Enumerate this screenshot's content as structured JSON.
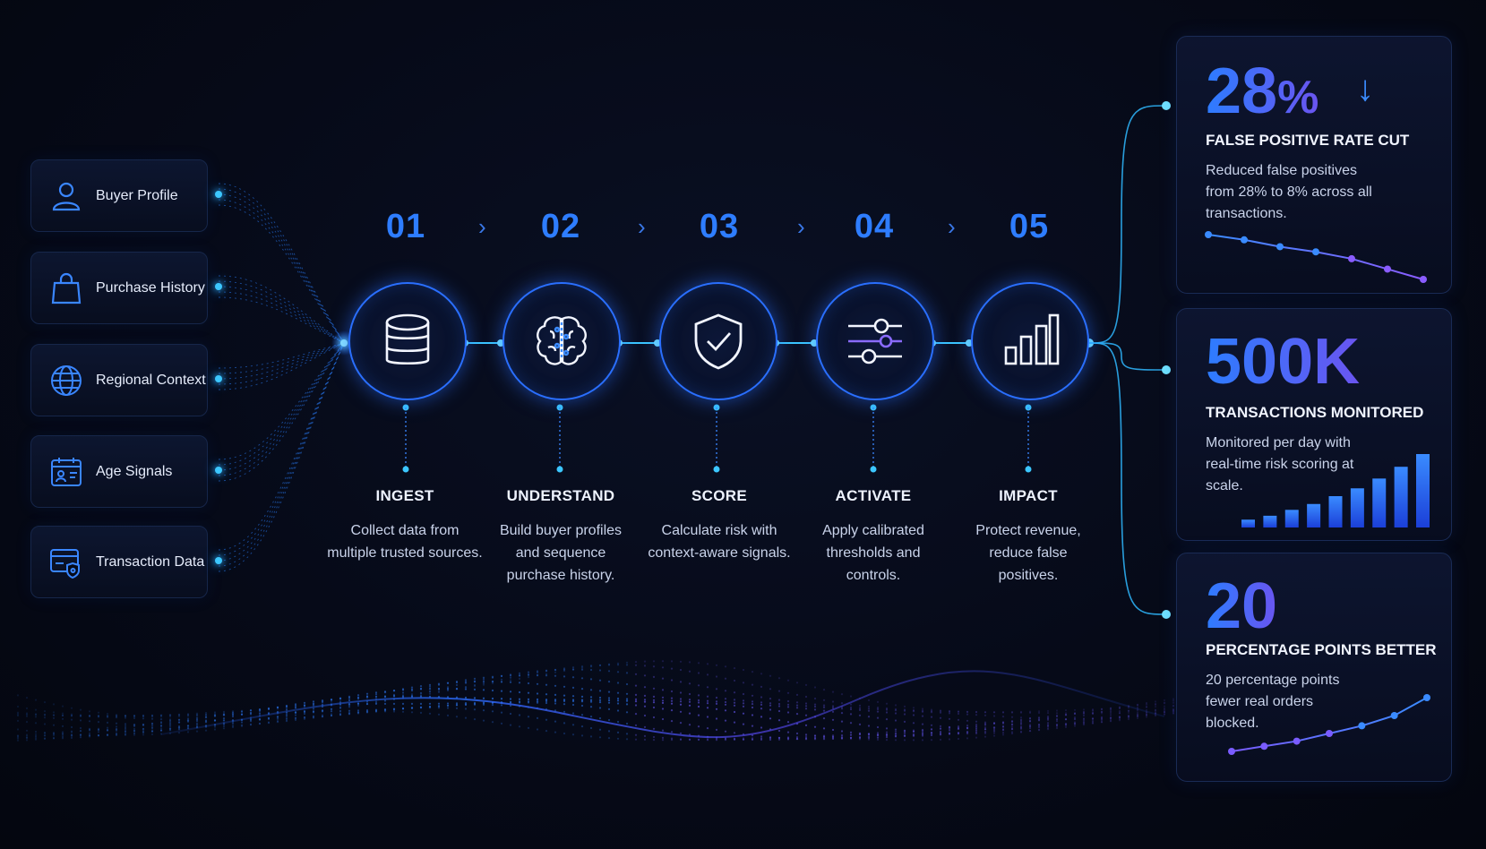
{
  "inputs": [
    {
      "label": "Buyer Profile",
      "icon": "user-icon"
    },
    {
      "label": "Purchase History",
      "icon": "shopping-bag-icon"
    },
    {
      "label": "Regional Context",
      "icon": "globe-icon"
    },
    {
      "label": "Age Signals",
      "icon": "calendar-id-icon"
    },
    {
      "label": "Transaction Data",
      "icon": "card-shield-icon"
    }
  ],
  "steps": [
    {
      "num": "01",
      "title": "INGEST",
      "desc": "Collect data from multiple trusted sources.",
      "icon": "database-icon"
    },
    {
      "num": "02",
      "title": "UNDERSTAND",
      "desc": "Build buyer profiles and sequence purchase history.",
      "icon": "brain-icon"
    },
    {
      "num": "03",
      "title": "SCORE",
      "desc": "Calculate risk with context-aware signals.",
      "icon": "shield-check-icon"
    },
    {
      "num": "04",
      "title": "ACTIVATE",
      "desc": "Apply calibrated thresholds and controls.",
      "icon": "sliders-icon"
    },
    {
      "num": "05",
      "title": "IMPACT",
      "desc": "Protect revenue, reduce false positives.",
      "icon": "bar-chart-icon"
    }
  ],
  "chevron": "›",
  "metrics": [
    {
      "value": "28",
      "unit": "%",
      "title": "FALSE POSITIVE RATE CUT",
      "desc": "Reduced false positives from 28% to 8% across all transactions.",
      "arrow": "↓",
      "chart": {
        "type": "line",
        "values": [
          28,
          26.5,
          24.5,
          23,
          21,
          18,
          15
        ]
      }
    },
    {
      "value": "500K",
      "title": "TRANSACTIONS MONITORED",
      "desc": "Monitored per day with real-time risk scoring at scale.",
      "chart": {
        "type": "bar",
        "values": [
          8,
          12,
          18,
          24,
          32,
          40,
          50,
          62,
          75
        ]
      }
    },
    {
      "value": "20",
      "title": "PERCENTAGE POINTS BETTER",
      "desc": "20 percentage points fewer real orders blocked.",
      "chart": {
        "type": "line",
        "values": [
          2,
          4,
          6,
          9,
          12,
          16,
          23
        ]
      }
    }
  ],
  "colors": {
    "accent": "#2e7dff",
    "glow": "#3cc7ff",
    "violet": "#6a55f0"
  }
}
